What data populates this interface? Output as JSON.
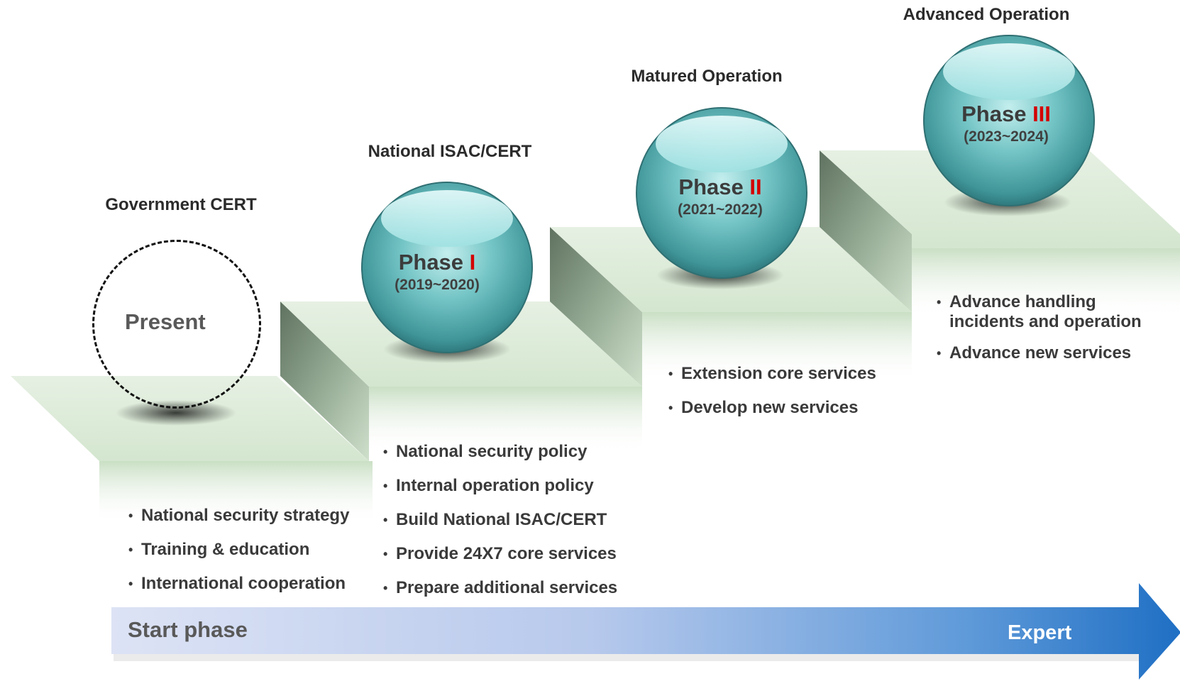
{
  "stages": [
    {
      "title": "Government CERT",
      "marker": "Present",
      "bullets": [
        "National security strategy",
        "Training & education",
        "International cooperation"
      ]
    },
    {
      "title": "National ISAC/CERT",
      "phase_word": "Phase",
      "phase_num": "I",
      "years": "(2019~2020)",
      "bullets": [
        "National security policy",
        "Internal operation policy",
        "Build National ISAC/CERT",
        "Provide 24X7 core services",
        "Prepare additional services"
      ]
    },
    {
      "title": "Matured Operation",
      "phase_word": "Phase",
      "phase_num": "II",
      "years": "(2021~2022)",
      "bullets": [
        "Extension core services",
        "Develop new services"
      ]
    },
    {
      "title": "Advanced Operation",
      "phase_word": "Phase",
      "phase_num": "III",
      "years": "(2023~2024)",
      "bullets": [
        "Advance handling incidents and operation",
        "Advance new services"
      ]
    }
  ],
  "arrow": {
    "start_label": "Start phase",
    "end_label": "Expert"
  },
  "colors": {
    "step_top": "#dcebd8",
    "step_front": "#cfe3ca",
    "step_riser": "#8fa48e",
    "sphere": "#58aeb0",
    "phase_number": "#d40000",
    "arrow_start": "#dde3f5",
    "arrow_end": "#1f6fc4"
  }
}
